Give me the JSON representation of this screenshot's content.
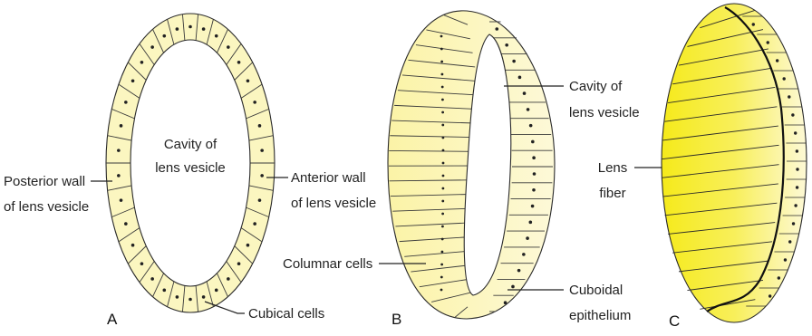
{
  "colors": {
    "cell_fill": "#fbf6c0",
    "fiber_bright": "#f5ea1a",
    "fiber_pale": "#fdf9d6",
    "outline": "#2a2a2a",
    "nucleus": "#222222"
  },
  "panels": [
    {
      "letter": "A",
      "labels": {
        "cavity": [
          "Cavity of",
          "lens vesicle"
        ],
        "posterior": [
          "Posterior wall",
          "of lens vesicle"
        ],
        "anterior": [
          "Anterior wall",
          "of lens vesicle"
        ],
        "cells": "Cubical cells"
      }
    },
    {
      "letter": "B",
      "labels": {
        "cavity": [
          "Cavity of",
          "lens vesicle"
        ],
        "columnar": "Columnar cells",
        "cuboidal": [
          "Cuboidal",
          "epithelium"
        ]
      }
    },
    {
      "letter": "C",
      "labels": {
        "fiber": [
          "Lens",
          "fiber"
        ]
      }
    }
  ]
}
